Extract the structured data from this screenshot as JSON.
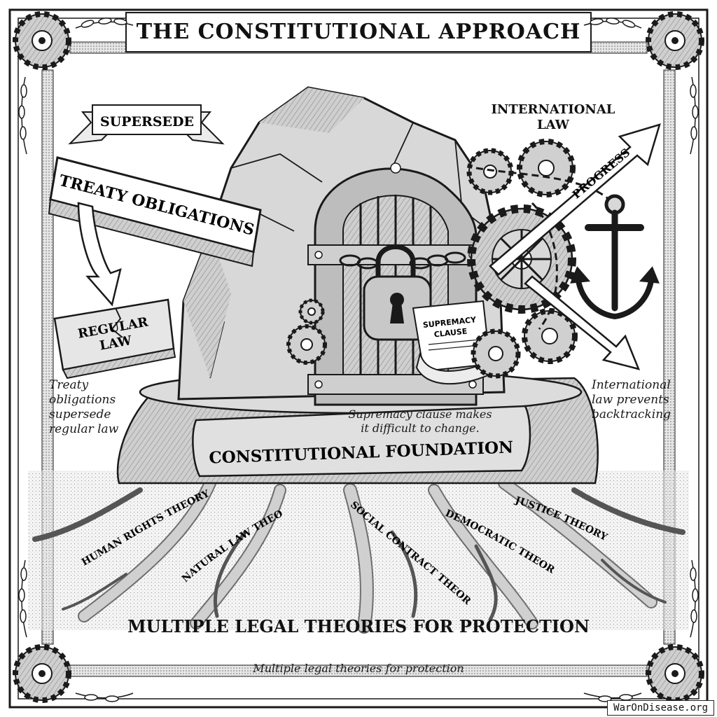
{
  "title": "THE CONSTITUTIONAL APPROACH",
  "supersede_banner": "SUPERSEDE",
  "treaty_beam": "TREATY OBLIGATIONS",
  "regular_law": {
    "line1": "REGULAR",
    "line2": "LAW"
  },
  "left_caption": [
    "Treaty",
    "obligations",
    "supersede",
    "regular law"
  ],
  "international_law": {
    "line1": "INTERNATIONAL",
    "line2": "LAW"
  },
  "progress_arrow": "PROGRESS",
  "supremacy_scroll": {
    "line1": "SUPREMACY",
    "line2": "CLAUSE"
  },
  "right_caption": [
    "International",
    "law prevents",
    "backtracking"
  ],
  "center_caption": [
    "Supremacy clause makes",
    "it difficult to change."
  ],
  "foundation": "CONSTITUTIONAL FOUNDATION",
  "roots": {
    "human_rights": "HUMAN RIGHTS THEORY",
    "natural_law": "NATURAL LAW THEORY",
    "social_contract": "SOCIAL CONTRACT THEORY",
    "democratic": "DEMOCRATIC THEORY",
    "justice": "JUSTICE THEORY"
  },
  "bottom_title": "MULTIPLE LEGAL THEORIES FOR PROTECTION",
  "bottom_subtitle": "Multiple legal theories for protection",
  "watermark": "WarOnDisease.org",
  "icons": [
    "gear-icon",
    "laurel-icon",
    "padlock-icon",
    "anchor-icon",
    "chain-icon",
    "scroll-icon",
    "arrow-icon",
    "rock-icon",
    "root-icon"
  ],
  "colors": {
    "ink": "#1a1a1a",
    "paper": "#ffffff",
    "stone": "#d9d9d9",
    "shadow": "#9a9a9a",
    "metal": "#bdbdbd"
  }
}
